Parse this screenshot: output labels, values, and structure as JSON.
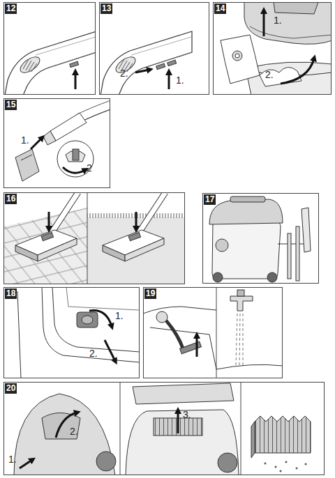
{
  "diagram": {
    "nodes": [
      {
        "text": [
          "12"
        ]
      },
      {
        "text": [
          "13"
        ]
      },
      {
        "text": [
          "14"
        ]
      },
      {
        "text": [
          "15"
        ]
      },
      {
        "text": [
          "16"
        ]
      },
      {
        "text": [
          "17"
        ]
      },
      {
        "text": [
          "18"
        ]
      },
      {
        "text": [
          "19"
        ]
      },
      {
        "text": [
          "20"
        ]
      }
    ],
    "labels": [
      "2.",
      "1.",
      "1.",
      "2.",
      "1.",
      "2",
      "1.",
      "2.",
      "1.",
      "2.",
      "3."
    ]
  }
}
